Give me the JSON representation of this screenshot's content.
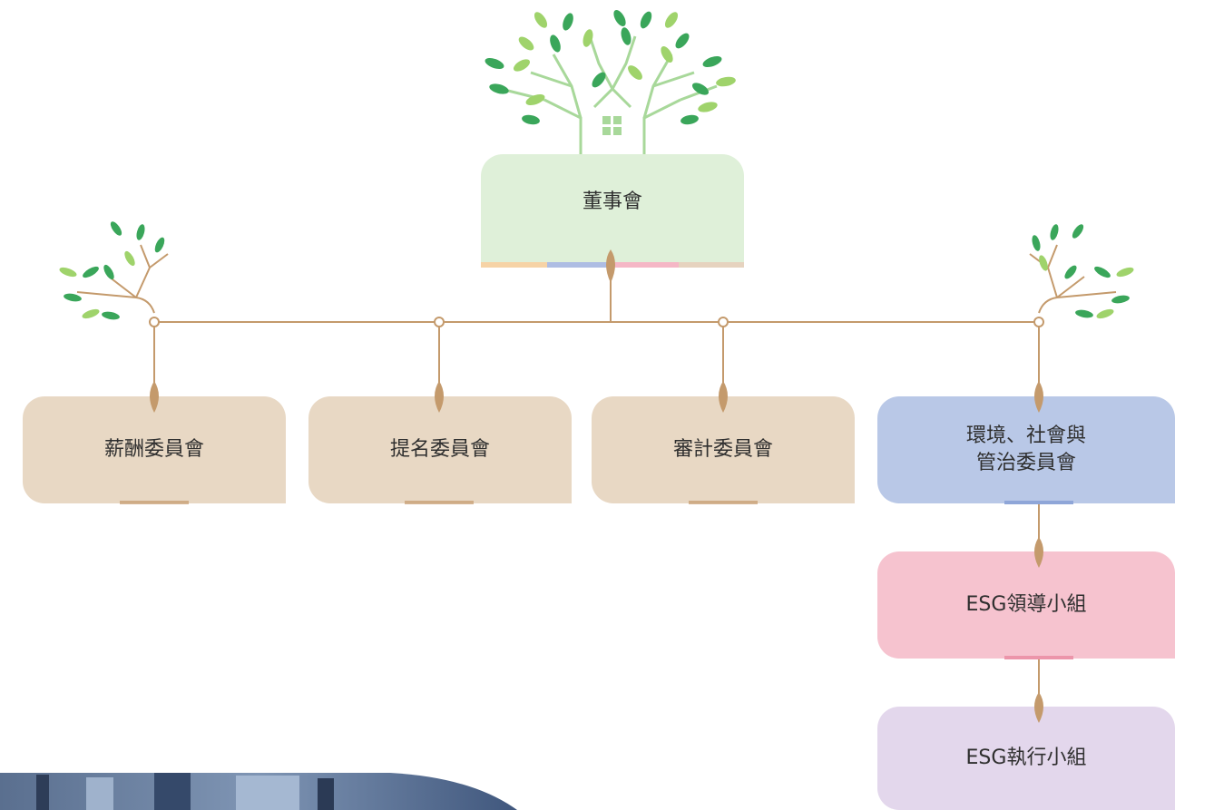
{
  "nodes": {
    "board": "董事會",
    "compensation": "薪酬委員會",
    "nomination": "提名委員會",
    "audit": "審計委員會",
    "esg_committee": "環境、社會與\n管治委員會",
    "esg_leadership": "ESG領導小組",
    "esg_execution": "ESG執行小組"
  },
  "colors": {
    "line": "#c49a6c",
    "leaf_dark": "#3aa65a",
    "leaf_light": "#9fd36b",
    "tree_branch": "#a8d89a",
    "stripe": [
      "#f6d3a6",
      "#aebde3",
      "#f5b7c6",
      "#e6d3bf"
    ]
  },
  "icons": [
    "tree-icon",
    "house-icon",
    "leaf-node-icon",
    "branch-icon"
  ]
}
